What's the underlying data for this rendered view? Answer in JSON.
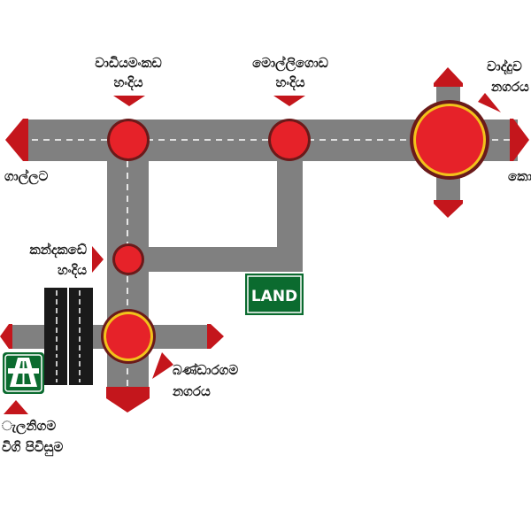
{
  "labels": {
    "wadiyamankada_1": "වාඩියමංකඩ",
    "wadiyamankada_2": "හංදිය",
    "mollegoda_1": "මොල්ලිගොඩ",
    "mollegoda_2": "හංදිය",
    "wadduwa_1": "වාද්දුව",
    "wadduwa_2": "නගරය",
    "galle": "ගාල්ලට",
    "colombo": "කො",
    "kandakade_1": "කන්දකඩේ",
    "kandakade_2": "හංදිය",
    "bandaragama_1": "බණ්ඩාරගම",
    "bandaragama_2": "නගරය",
    "kelanigama_1": "ැලනිගම",
    "kelanigama_2": "විගි පිවිසුම",
    "land_sign": "LAND"
  },
  "colors": {
    "road": "#808080",
    "centerline": "#ffffff",
    "arrow": "#c4161c",
    "junction_fill": "#e62229",
    "junction_ring": "#f2c21b",
    "junction_outline": "#6b1a1a",
    "land_sign": "#0b6b2f",
    "expressway_sign": "#0b6b2f",
    "highway": "#1a1a1a"
  },
  "icons": [
    "expressway-icon",
    "land-sign"
  ]
}
